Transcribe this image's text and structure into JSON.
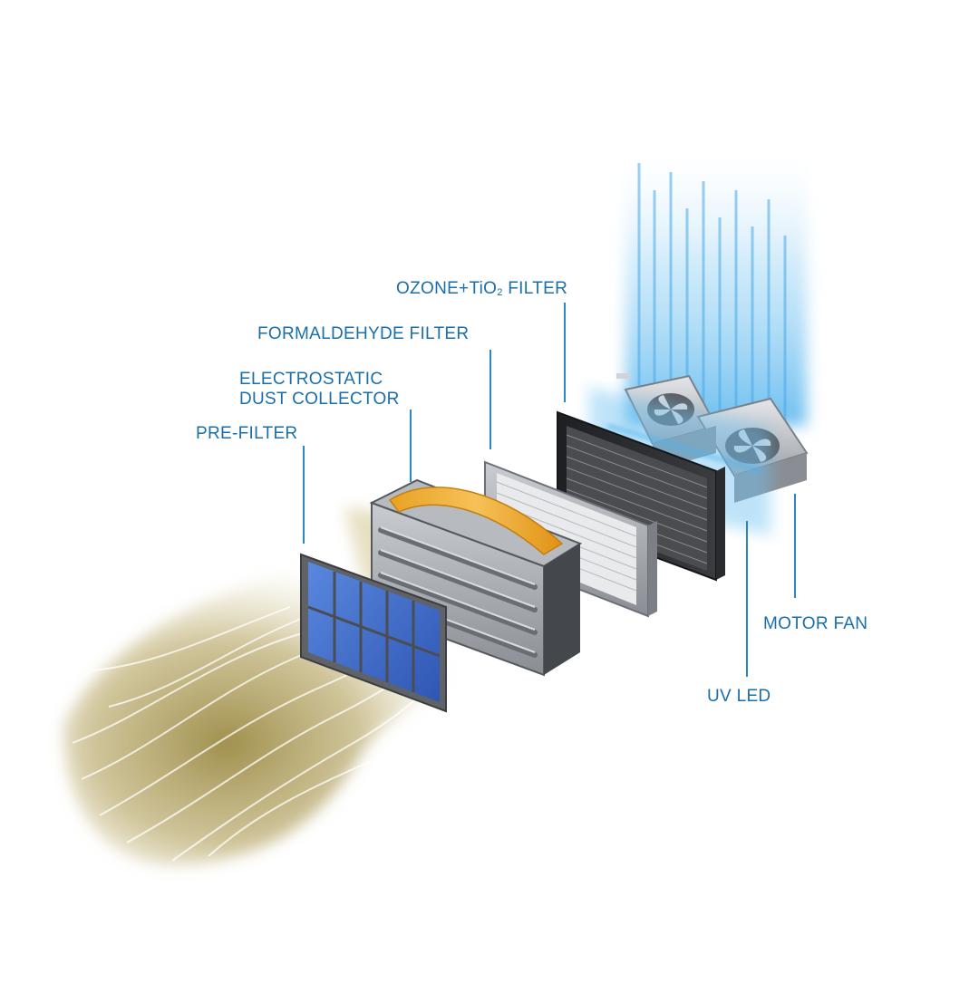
{
  "labels": {
    "ozone_prefix": "OZONE+TiO",
    "ozone_sub": "2",
    "ozone_suffix": " FILTER",
    "formaldehyde": "FORMALDEHYDE FILTER",
    "electrostatic_line1": "ELECTROSTATIC",
    "electrostatic_line2": "DUST COLLECTOR",
    "prefilter": "PRE-FILTER",
    "motor_fan": "MOTOR FAN",
    "uv_led": "UV LED"
  },
  "colors": {
    "label_text": "#1a6eaa",
    "leader_line": "#2b86c4",
    "dirty_air": "#9c8a3a",
    "clean_air": "#7cc8f0",
    "filter_glass": "#3e6fd0",
    "filter_frame": "#6b6e74",
    "collector_orange": "#f0a11c",
    "metal": "#a9adb2"
  },
  "icons": [
    "fan-icon",
    "fan-icon"
  ]
}
